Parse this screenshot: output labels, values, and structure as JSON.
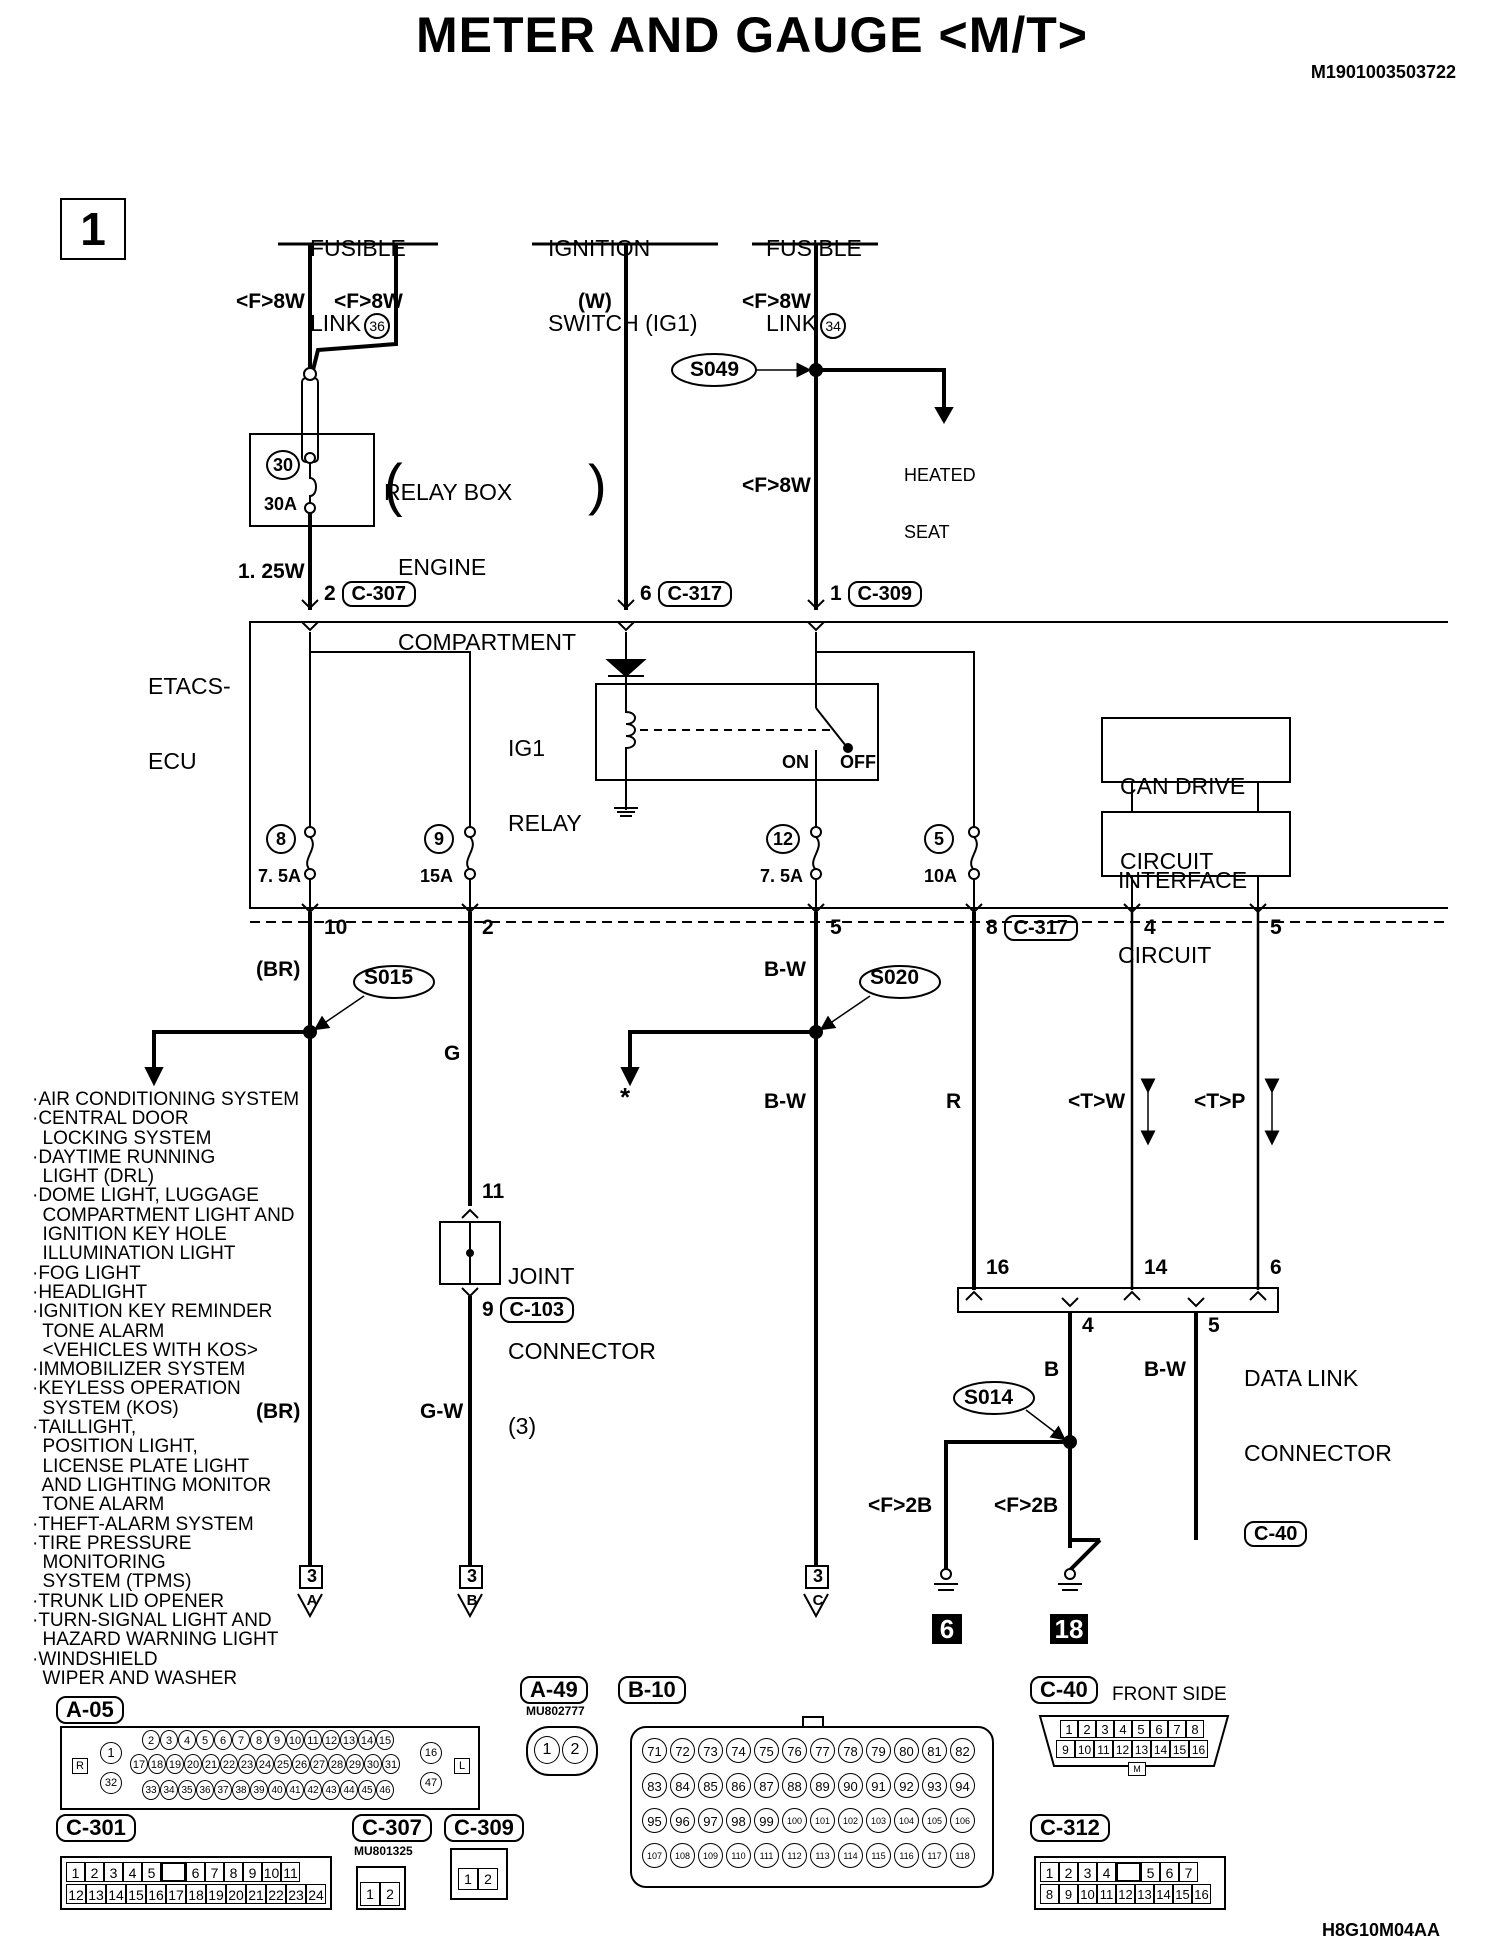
{
  "header": {
    "title": "METER AND GAUGE <M/T>",
    "doc_id": "M1901003503722",
    "fig_code": "H8G10M04AA",
    "page_marker": "1"
  },
  "sources": {
    "fusible_link_36": {
      "line1": "FUSIBLE",
      "line2": "LINK",
      "num": "36"
    },
    "ignition_switch": {
      "line1": "IGNITION",
      "line2": "SWITCH (IG1)"
    },
    "fusible_link_34": {
      "line1": "FUSIBLE",
      "line2": "LINK",
      "num": "34"
    }
  },
  "wires": {
    "f8w_a": "<F>8W",
    "f8w_b": "<F>8W",
    "w": "(W)",
    "f8w_c": "<F>8W",
    "f8w_d": "<F>8W",
    "w125": "1. 25W",
    "br_top": "(BR)",
    "g": "G",
    "bw_top": "B-W",
    "bw_mid": "B-W",
    "r": "R",
    "tw": "<T>W",
    "tp": "<T>P",
    "br_bottom": "(BR)",
    "gw": "G-W",
    "b": "B",
    "bw_right": "B-W",
    "f2b_a": "<F>2B",
    "f2b_b": "<F>2B"
  },
  "relay_box": {
    "title": "RELAY BOX",
    "sub1": "ENGINE",
    "sub2": "COMPARTMENT",
    "fuse_num": "30",
    "fuse_rating": "30A"
  },
  "heated_seat": {
    "line1": "HEATED",
    "line2": "SEAT"
  },
  "splices": {
    "s049": "S049",
    "s015": "S015",
    "s020": "S020",
    "s014": "S014"
  },
  "etacs": {
    "line1": "ETACS-",
    "line2": "ECU"
  },
  "ig1_relay": {
    "line1": "IG1",
    "line2": "RELAY",
    "on": "ON",
    "off": "OFF"
  },
  "can_drive": {
    "line1": "CAN DRIVE",
    "line2": "CIRCUIT"
  },
  "interface": {
    "line1": "INTERFACE",
    "line2": "CIRCUIT"
  },
  "ecu_pins": {
    "in_c307": "2",
    "c307": "C-307",
    "in_c317": "6",
    "c317": "C-317",
    "in_c309": "1",
    "c309": "C-309",
    "out_10": "10",
    "out_2": "2",
    "out_5": "5",
    "out_8": "8",
    "out_c317": "C-317",
    "out_4": "4",
    "out_5b": "5"
  },
  "fuses": {
    "f8": {
      "num": "8",
      "rating": "7. 5A"
    },
    "f9": {
      "num": "9",
      "rating": "15A"
    },
    "f12": {
      "num": "12",
      "rating": "7. 5A"
    },
    "f5": {
      "num": "5",
      "rating": "10A"
    }
  },
  "joint": {
    "line1": "JOINT",
    "line2": "CONNECTOR",
    "line3": "(3)",
    "pin_in": "11",
    "pin_out": "9",
    "conn": "C-103"
  },
  "dlc": {
    "line1": "DATA LINK",
    "line2": "CONNECTOR",
    "conn": "C-40",
    "p16": "16",
    "p14": "14",
    "p6": "6",
    "p4": "4",
    "p5": "5"
  },
  "star": "*",
  "grounds": {
    "g6": "6",
    "g18": "18"
  },
  "refs": [
    {
      "page": "3",
      "letter": "A"
    },
    {
      "page": "3",
      "letter": "B"
    },
    {
      "page": "3",
      "letter": "C"
    }
  ],
  "systems": [
    "·AIR CONDITIONING SYSTEM",
    "·CENTRAL DOOR",
    "  LOCKING SYSTEM",
    "·DAYTIME RUNNING",
    "  LIGHT (DRL)",
    "·DOME LIGHT, LUGGAGE",
    "  COMPARTMENT LIGHT AND",
    "  IGNITION KEY HOLE",
    "  ILLUMINATION LIGHT",
    "·FOG LIGHT",
    "·HEADLIGHT",
    "·IGNITION KEY REMINDER",
    "  TONE ALARM",
    "  <VEHICLES WITH KOS>",
    "·IMMOBILIZER SYSTEM",
    "·KEYLESS OPERATION",
    "  SYSTEM (KOS)",
    "·TAILLIGHT,",
    "  POSITION LIGHT,",
    "  LICENSE PLATE LIGHT",
    "  AND LIGHTING MONITOR",
    "  TONE ALARM",
    "·THEFT-ALARM SYSTEM",
    "·TIRE PRESSURE",
    "  MONITORING",
    "  SYSTEM (TPMS)",
    "·TRUNK LID OPENER",
    "·TURN-SIGNAL LIGHT AND",
    "  HAZARD WARNING LIGHT",
    "·WINDSHIELD",
    "  WIPER AND WASHER"
  ],
  "connectors": {
    "a05": {
      "label": "A-05",
      "row1": [
        "2",
        "3",
        "4",
        "5",
        "6",
        "7",
        "8",
        "9",
        "10",
        "11",
        "12",
        "13",
        "14",
        "15"
      ],
      "row2": [
        "17",
        "18",
        "19",
        "20",
        "21",
        "22",
        "23",
        "24",
        "25",
        "26",
        "27",
        "28",
        "29",
        "30",
        "31"
      ],
      "row3": [
        "33",
        "34",
        "35",
        "36",
        "37",
        "38",
        "39",
        "40",
        "41",
        "42",
        "43",
        "44",
        "45",
        "46"
      ],
      "left_top": "1",
      "left_bot": "32",
      "right_top": "16",
      "right_bot": "47",
      "r_mark": "R",
      "l_mark": "L"
    },
    "a49": {
      "label": "A-49",
      "part": "MU802777",
      "pins": [
        "1",
        "2"
      ]
    },
    "b10": {
      "label": "B-10",
      "rows": [
        [
          "71",
          "72",
          "73",
          "74",
          "75",
          "76",
          "77",
          "78",
          "79",
          "80",
          "81",
          "82"
        ],
        [
          "83",
          "84",
          "85",
          "86",
          "87",
          "88",
          "89",
          "90",
          "91",
          "92",
          "93",
          "94"
        ],
        [
          "95",
          "96",
          "97",
          "98",
          "99",
          "100",
          "101",
          "102",
          "103",
          "104",
          "105",
          "106"
        ],
        [
          "107",
          "108",
          "109",
          "110",
          "111",
          "112",
          "113",
          "114",
          "115",
          "116",
          "117",
          "118"
        ]
      ]
    },
    "c40": {
      "label": "C-40",
      "side": "FRONT SIDE",
      "row1": [
        "1",
        "2",
        "3",
        "4",
        "5",
        "6",
        "7",
        "8"
      ],
      "row2": [
        "9",
        "10",
        "11",
        "12",
        "13",
        "14",
        "15",
        "16"
      ],
      "mark": "M"
    },
    "c301": {
      "label": "C-301",
      "row1": [
        "1",
        "2",
        "3",
        "4",
        "5",
        "",
        "6",
        "7",
        "8",
        "9",
        "10",
        "11"
      ],
      "row2": [
        "12",
        "13",
        "14",
        "15",
        "16",
        "17",
        "18",
        "19",
        "20",
        "21",
        "22",
        "23",
        "24"
      ]
    },
    "c307": {
      "label": "C-307",
      "part": "MU801325",
      "pins": [
        "1",
        "2"
      ]
    },
    "c309": {
      "label": "C-309",
      "pins": [
        "1",
        "2"
      ]
    },
    "c312": {
      "label": "C-312",
      "row1": [
        "1",
        "2",
        "3",
        "4",
        "",
        "5",
        "6",
        "7"
      ],
      "row2": [
        "8",
        "9",
        "10",
        "11",
        "12",
        "13",
        "14",
        "15",
        "16"
      ]
    }
  }
}
